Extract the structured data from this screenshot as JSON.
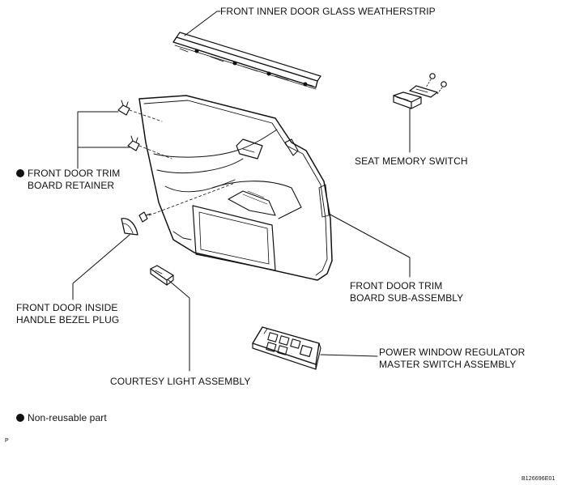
{
  "labels": {
    "weatherstrip": "FRONT INNER DOOR GLASS WEATHERSTRIP",
    "seat_memory_switch": "SEAT MEMORY SWITCH",
    "trim_retainer_line1": "FRONT DOOR TRIM",
    "trim_retainer_line2": "BOARD RETAINER",
    "trim_board_line1": "FRONT DOOR TRIM",
    "trim_board_line2": "BOARD SUB-ASSEMBLY",
    "bezel_plug_line1": "FRONT DOOR INSIDE",
    "bezel_plug_line2": "HANDLE BEZEL PLUG",
    "master_switch_line1": "POWER WINDOW REGULATOR",
    "master_switch_line2": "MASTER SWITCH ASSEMBLY",
    "courtesy_light": "COURTESY LIGHT ASSEMBLY"
  },
  "legend": {
    "non_reusable": "Non-reusable part"
  },
  "corner_mark": "P",
  "figure_id": "B126696E01",
  "colors": {
    "ink": "#111111",
    "background": "#ffffff"
  }
}
